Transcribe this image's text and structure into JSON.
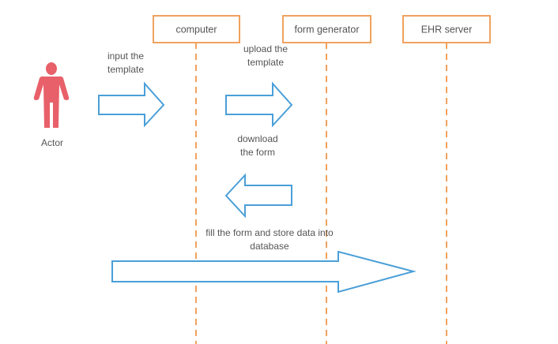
{
  "actor": {
    "label": "Actor"
  },
  "lifelines": [
    {
      "label": "computer"
    },
    {
      "label": "form generator"
    },
    {
      "label": "EHR server"
    }
  ],
  "messages": [
    {
      "label_line1": "input the",
      "label_line2": "template"
    },
    {
      "label_line1": "upload the",
      "label_line2": "template"
    },
    {
      "label_line1": "download",
      "label_line2": "the form"
    },
    {
      "label_line1": "fill the form and store data into",
      "label_line2": "database"
    }
  ],
  "colors": {
    "actor": "#e8606a",
    "lifeline_border": "#f0a25e",
    "lifeline_dash": "#f0a25e",
    "arrow_stroke": "#4a9fd8",
    "text": "#555555"
  }
}
